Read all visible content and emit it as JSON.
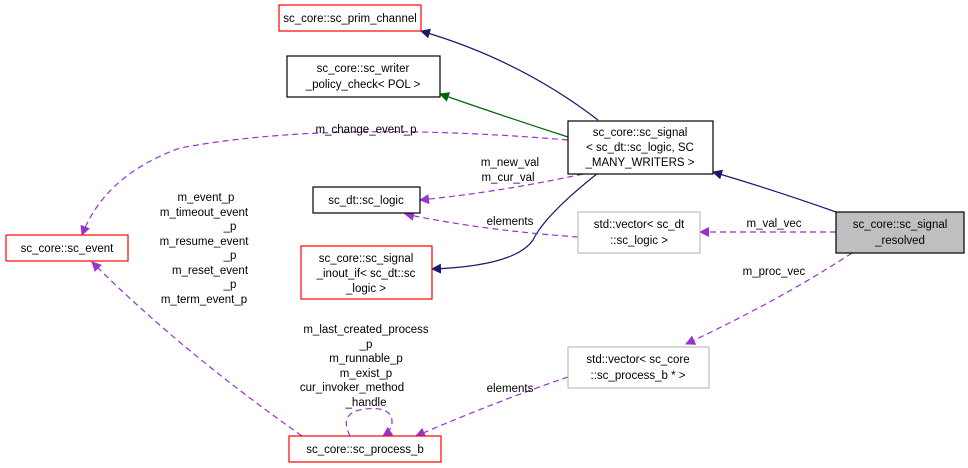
{
  "colors": {
    "class_border": "#000000",
    "undocumented_border": "#ff0000",
    "template_border": "#bfbfbf",
    "highlight_fill": "#bfbfbf",
    "inherit_edge": "#191970",
    "protected_edge": "#006400",
    "usage_edge": "#9a32cd"
  },
  "nodes": {
    "sc_prim_channel": [
      "sc_core::sc_prim_channel"
    ],
    "sc_writer_policy_check": [
      "sc_core::sc_writer",
      "_policy_check< POL >"
    ],
    "sc_signal": [
      "sc_core::sc_signal",
      "< sc_dt::sc_logic, SC",
      "_MANY_WRITERS >"
    ],
    "sc_signal_resolved": [
      "sc_core::sc_signal",
      "_resolved"
    ],
    "sc_logic": [
      "sc_dt::sc_logic"
    ],
    "vector_logic": [
      "std::vector< sc_dt",
      "::sc_logic >"
    ],
    "sc_event": [
      "sc_core::sc_event"
    ],
    "sc_signal_inout_if": [
      "sc_core::sc_signal",
      "_inout_if< sc_dt::sc",
      "_logic >"
    ],
    "vector_process": [
      "std::vector< sc_core",
      "::sc_process_b * >"
    ],
    "sc_process_b": [
      "sc_core::sc_process_b"
    ]
  },
  "edge_labels": {
    "m_change_event_p": [
      "m_change_event_p"
    ],
    "m_new_val": [
      "m_new_val",
      "m_cur_val"
    ],
    "elements_logic": [
      "elements"
    ],
    "m_val_vec": [
      "m_val_vec"
    ],
    "m_proc_vec": [
      "m_proc_vec"
    ],
    "event_members": [
      "m_event_p",
      "m_timeout_event",
      "_p",
      "m_resume_event",
      "_p",
      "m_reset_event",
      "_p",
      "m_term_event_p"
    ],
    "process_self": [
      "m_last_created_process",
      "_p",
      "m_runnable_p",
      "m_exist_p",
      "cur_invoker_method",
      "_handle"
    ],
    "elements_process": [
      "elements"
    ]
  }
}
